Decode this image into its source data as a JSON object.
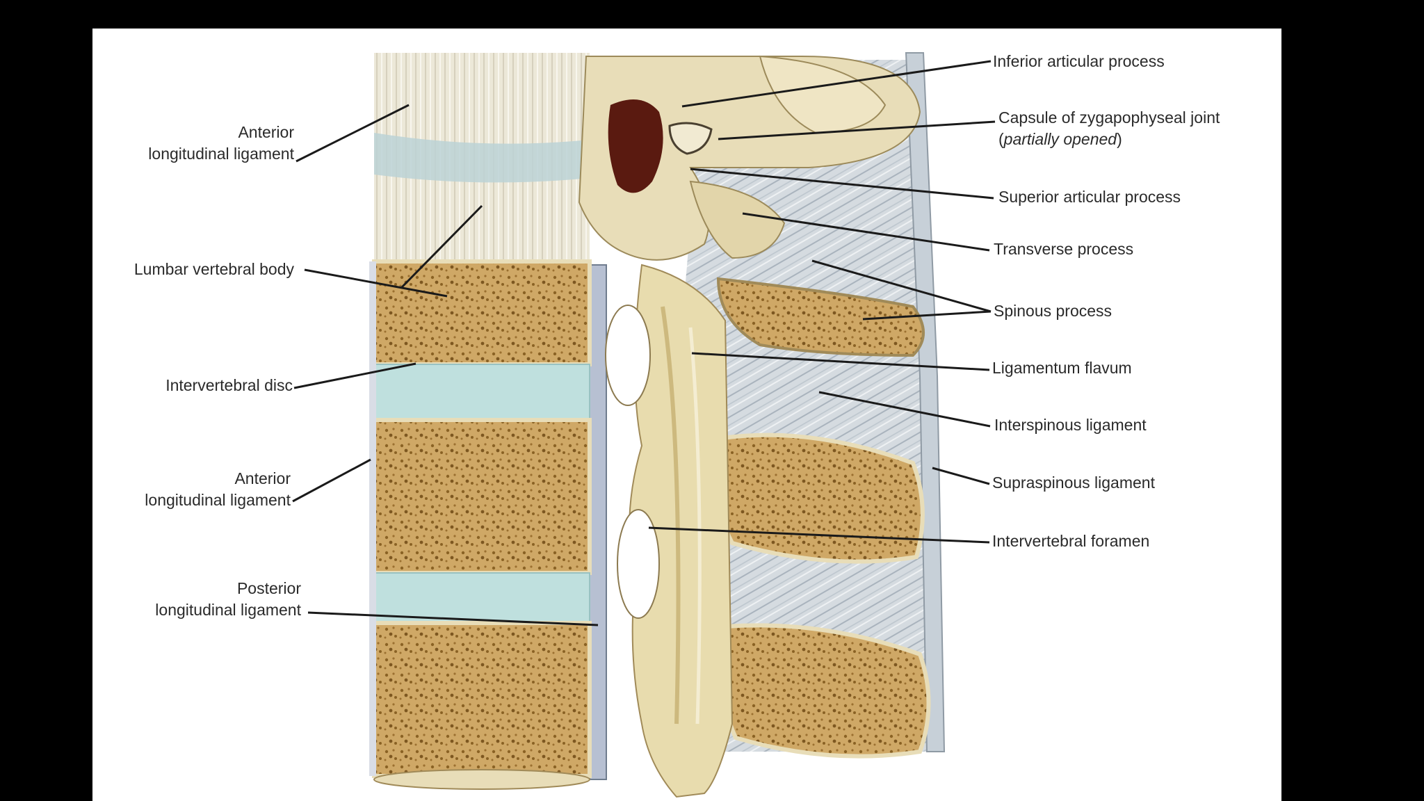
{
  "colors": {
    "background": "#000000",
    "panel": "#ffffff",
    "bone": "#e8ddb8",
    "cancellous": "#cfa866",
    "cancellous_dot": "#8a6224",
    "disc": "#bfe0de",
    "ligament": "#d5dbe0",
    "joint_dark": "#5a1a10",
    "leader": "#1a1a1a",
    "text": "#2a2a2a"
  },
  "labels_left": {
    "anterior_ll_top": {
      "line1": "Anterior",
      "line2": "longitudinal ligament"
    },
    "lumbar_body": "Lumbar vertebral body",
    "intervertebral_disc": "Intervertebral disc",
    "anterior_ll_mid": {
      "line1": "Anterior",
      "line2": "longitudinal ligament"
    },
    "posterior_ll": {
      "line1": "Posterior",
      "line2": "longitudinal ligament"
    }
  },
  "labels_right": {
    "inferior_articular": "Inferior articular process",
    "capsule": {
      "line1": "Capsule of zygapophyseal joint",
      "paren_open": "(",
      "italic": "partially opened",
      "paren_close": ")"
    },
    "superior_articular": "Superior articular process",
    "transverse": "Transverse process",
    "spinous": "Spinous process",
    "ligamentum_flavum": "Ligamentum flavum",
    "interspinous": "Interspinous ligament",
    "supraspinous": "Supraspinous ligament",
    "intervertebral_foramen": "Intervertebral foramen"
  }
}
